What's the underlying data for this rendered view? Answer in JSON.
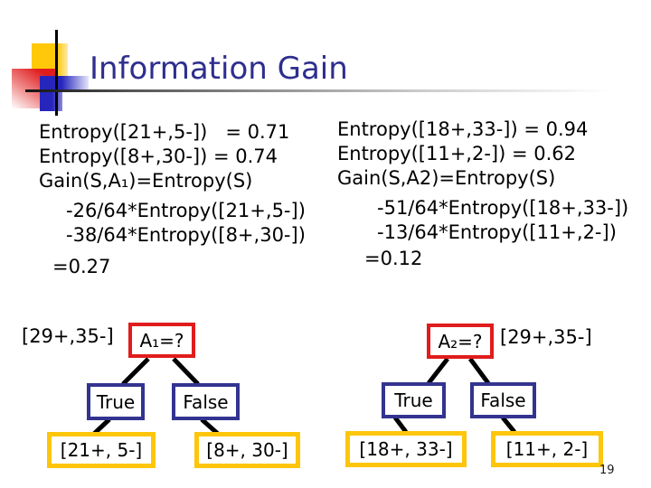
{
  "title": "Information Gain",
  "calc_left": {
    "lines": [
      "Entropy([21+,5-])   = 0.71",
      "Entropy([8+,30-]) = 0.74",
      "Gain(S,A₁)=Entropy(S)",
      "-26/64*Entropy([21+,5-])",
      "-38/64*Entropy([8+,30-])",
      "=0.27"
    ]
  },
  "calc_right": {
    "lines": [
      "Entropy([18+,33-]) = 0.94",
      "Entropy([11+,2-]) = 0.62",
      "Gain(S,A2)=Entropy(S)",
      "-51/64*Entropy([18+,33-])",
      "-13/64*Entropy([11+,2-])",
      "=0.12"
    ]
  },
  "tree_a1": {
    "sample_label": "[29+,35-]",
    "root_label": "A₁=?",
    "true_label": "True",
    "false_label": "False",
    "true_leaf": "[21+, 5-]",
    "false_leaf": "[8+, 30-]"
  },
  "tree_a2": {
    "sample_label": "[29+,35-]",
    "root_label": "A₂=?",
    "true_label": "True",
    "false_label": "False",
    "true_leaf": "[18+, 33-]",
    "false_leaf": "[11+, 2-]"
  },
  "page_number": "19",
  "colors": {
    "title_text": "#2e2e8f",
    "root_box_border": "#e01c1c",
    "branch_box_border": "#333390",
    "leaf_box_border": "#fec60a",
    "deco_yellow": "#ffc808",
    "deco_red": "#df1d1d",
    "deco_blue": "#2626bd",
    "connector": "#000000"
  }
}
